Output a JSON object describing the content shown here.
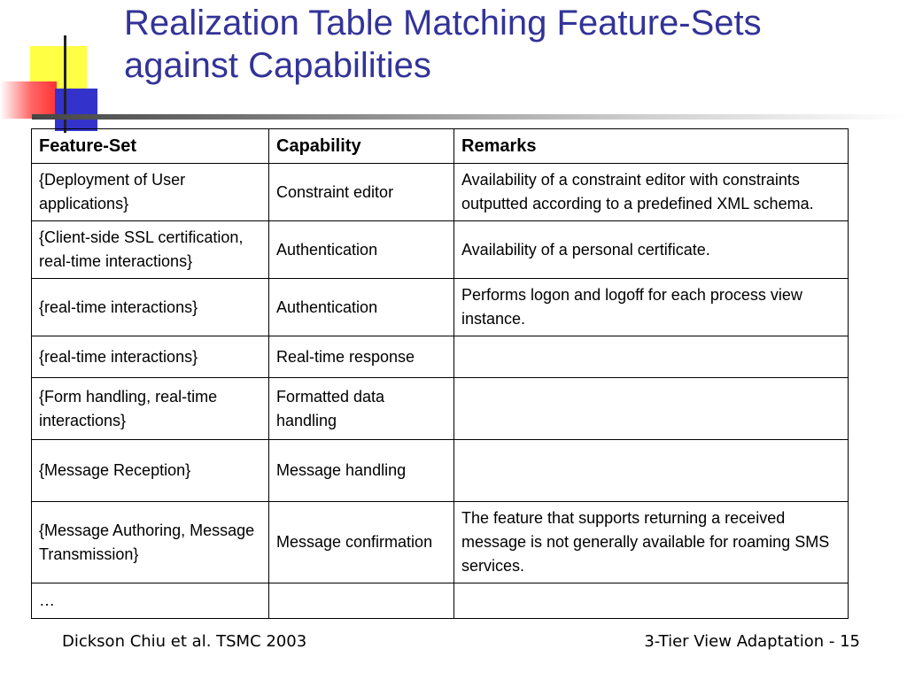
{
  "slide": {
    "title_lines": [
      "Realization Table Matching Feature-Sets",
      "against Capabilities"
    ],
    "footer_left": "Dickson Chiu et al. TSMC 2003",
    "footer_right": "3-Tier View Adaptation - 15"
  },
  "table": {
    "headers": [
      "Feature-Set",
      "Capability",
      "Remarks"
    ],
    "rows": [
      {
        "feature_set": "{Deployment of User applications}",
        "capability": "Constraint editor",
        "remarks": "Availability of a constraint editor with constraints outputted according to a predefined XML schema."
      },
      {
        "feature_set": "{Client-side SSL certification, real-time interactions}",
        "capability": "Authentication",
        "remarks": "Availability of a personal certificate."
      },
      {
        "feature_set": "{real-time interactions}",
        "capability": "Authentication",
        "remarks": "Performs logon and logoff for each process view instance."
      },
      {
        "feature_set": "{real-time interactions}",
        "capability": "Real-time response",
        "remarks": ""
      },
      {
        "feature_set": "{Form handling, real-time interactions}",
        "capability": "Formatted data handling",
        "remarks": ""
      },
      {
        "feature_set": "{Message Reception}",
        "capability": "Message handling",
        "remarks": ""
      },
      {
        "feature_set": "{Message Authoring, Message Transmission}",
        "capability": "Message confirmation",
        "remarks": "The feature that supports returning a received message is not generally available for roaming SMS services."
      },
      {
        "feature_set": "…",
        "capability": "",
        "remarks": ""
      }
    ]
  },
  "colors": {
    "title": "#333399",
    "deco_yellow": "#ffff44",
    "deco_blue": "#3333cc",
    "deco_red": "#ff3333"
  }
}
